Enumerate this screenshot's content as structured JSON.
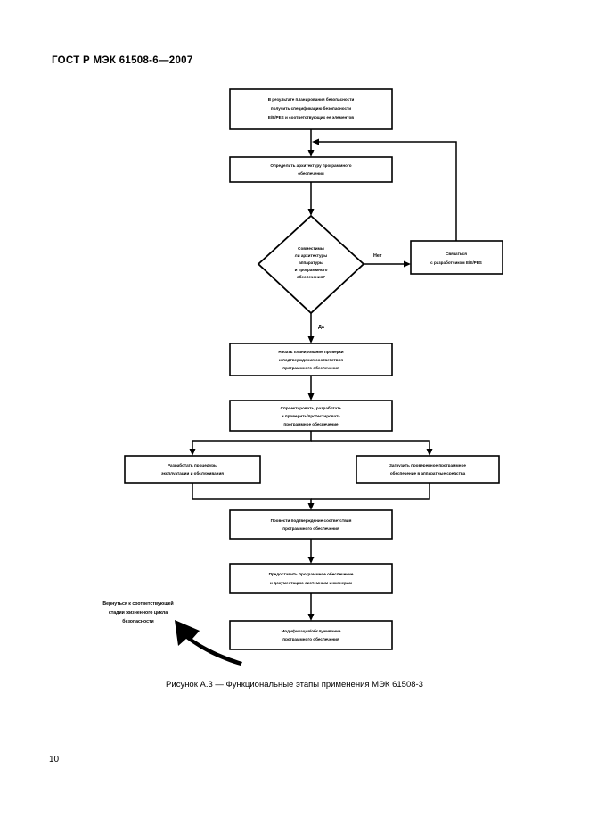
{
  "document": {
    "header": "ГОСТ Р МЭК 61508-6—2007",
    "page_number": "10",
    "figure_caption": "Рисунок А.3 — Функциональные этапы применения МЭК 61508-3"
  },
  "flowchart": {
    "nodes": [
      {
        "id": "spec",
        "type": "process",
        "lines": [
          "В результате планирования безопасности",
          "получить спецификацию безопасности",
          "Е/Е/РЕS и соответствующих ее элементов"
        ]
      },
      {
        "id": "architecture",
        "type": "process",
        "lines": [
          "Определить архитектуру программного",
          "обеспечения"
        ]
      },
      {
        "id": "compatible",
        "type": "decision",
        "lines": [
          "Совместимы",
          "ли архитектуры",
          "аппаратуры",
          "и программного",
          "обеспечения?"
        ]
      },
      {
        "id": "contact-developer",
        "type": "process",
        "lines": [
          "Связаться",
          "с разработчиком Е/Е/РЕS"
        ]
      },
      {
        "id": "plan-validation",
        "type": "process",
        "lines": [
          "Начать планирование проверки",
          "и подтверждения соответствия",
          "программного обеспечения"
        ]
      },
      {
        "id": "design-develop",
        "type": "process",
        "lines": [
          "Спроектировать, разработать",
          "и проверить/протестировать",
          "программное обеспечение"
        ]
      },
      {
        "id": "operation-procedures",
        "type": "process",
        "lines": [
          "Разработать процедуры",
          "эксплуатации и обслуживания"
        ]
      },
      {
        "id": "load-software",
        "type": "process",
        "lines": [
          "Загрузить проверенное программное",
          "обеспечение в аппаратные средства"
        ]
      },
      {
        "id": "validate",
        "type": "process",
        "lines": [
          "Провести подтверждение соответствия",
          "программного обеспечения"
        ]
      },
      {
        "id": "handover",
        "type": "process",
        "lines": [
          "Предоставить программное обеспечение",
          "и документацию системным инженерам"
        ]
      },
      {
        "id": "modification",
        "type": "process",
        "lines": [
          "Модификация/обслуживание",
          "программного обеспечения"
        ]
      }
    ],
    "branch_labels": {
      "no": "Нет",
      "yes": "Да"
    },
    "annotation": {
      "lines": [
        "Вернуться к соответствующей",
        "стадии жизненного цикла",
        "безопасности"
      ]
    },
    "colors": {
      "stroke": "#000000",
      "fill": "#ffffff",
      "text": "#000000"
    }
  }
}
